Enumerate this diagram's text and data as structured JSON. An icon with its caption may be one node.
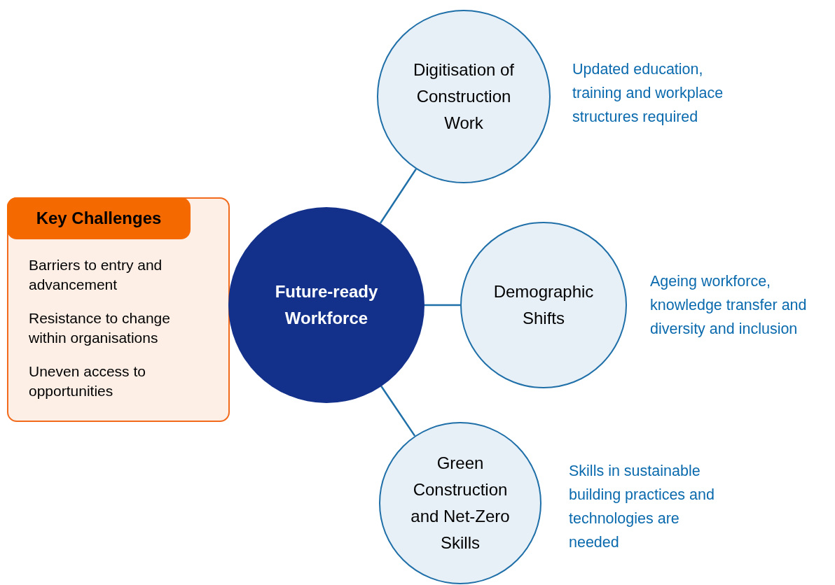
{
  "diagram": {
    "nodes": [
      {
        "text": [
          "Key Challenges",
          "Barriers to entry and advancement",
          "Resistance to change within organisations",
          "Uneven access to opportunities"
        ]
      },
      {
        "text": [
          "Future-ready Workforce"
        ]
      },
      {
        "text": [
          "Digitisation of Construction Work"
        ],
        "beside": [
          "Updated education, training and workplace structures required"
        ]
      },
      {
        "text": [
          "Demographic Shifts"
        ],
        "beside": [
          "Ageing workforce, knowledge transfer and diversity and inclusion"
        ]
      },
      {
        "text": [
          "Green Construction and Net-Zero Skills"
        ],
        "beside": [
          "Skills in sustainable building practices and technologies are needed"
        ]
      }
    ],
    "edges": [
      {
        "from": 1,
        "to": 2,
        "arrow": "none"
      },
      {
        "from": 1,
        "to": 3,
        "arrow": "none"
      },
      {
        "from": 1,
        "to": 4,
        "arrow": "none"
      }
    ]
  }
}
